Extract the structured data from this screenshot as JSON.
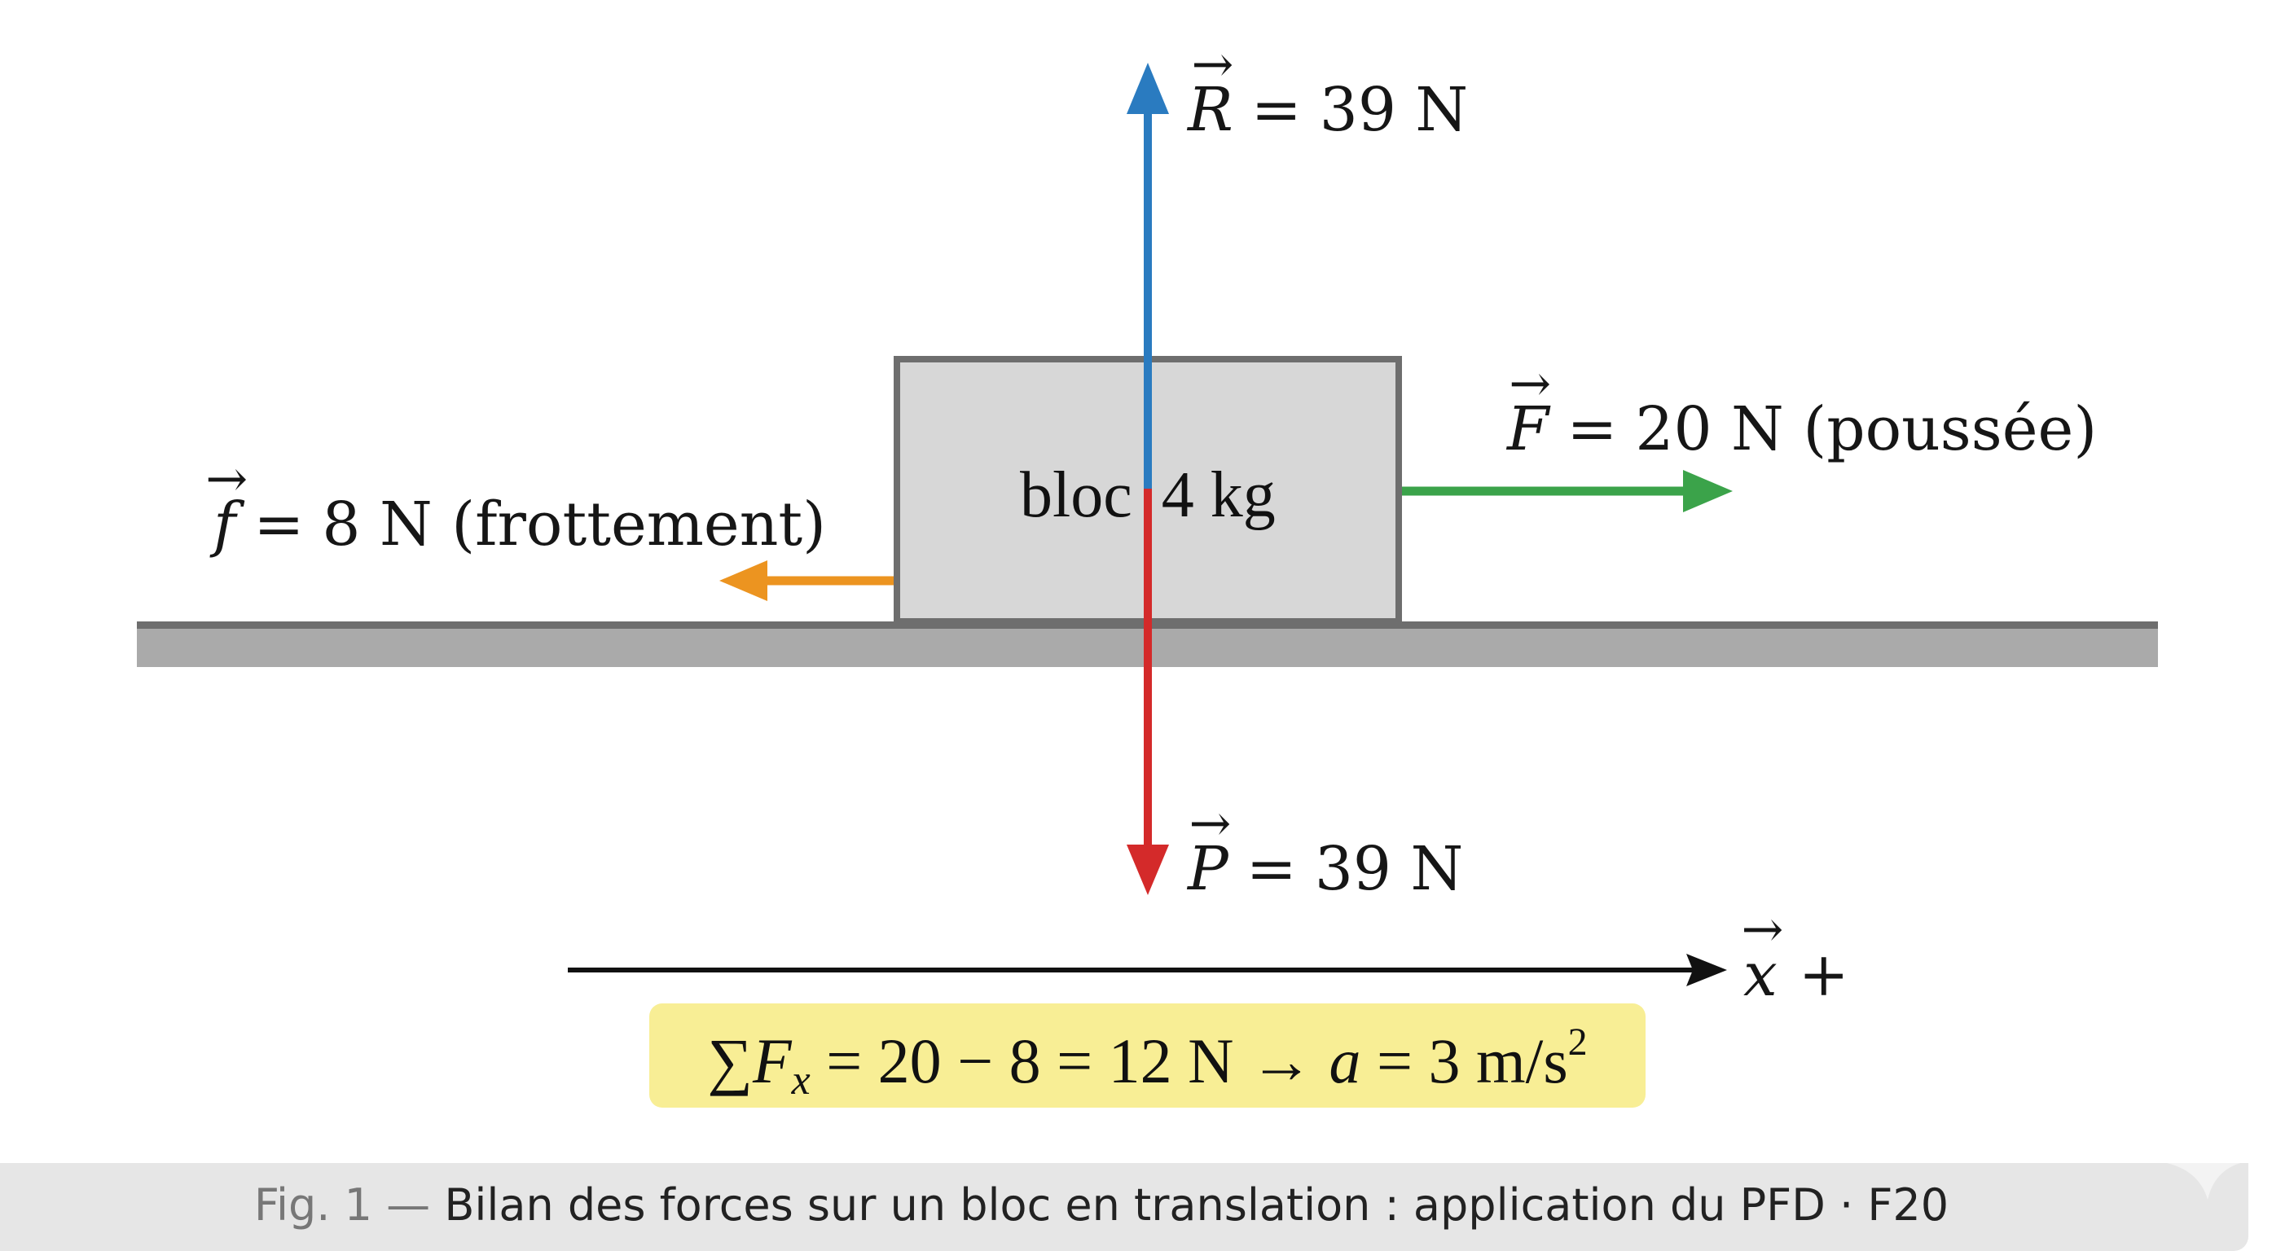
{
  "figure": {
    "caption_prefix": "Fig. 1 —",
    "caption_text": "Bilan des forces sur un bloc en translation : application du PFD · F20"
  },
  "block": {
    "name": "bloc",
    "mass": "4 kg",
    "fill": "#D7D7D7",
    "border": "#6E6E6E"
  },
  "ground": {
    "top_color": "#6E6E6E",
    "fill": "#AAAAAA"
  },
  "forces": {
    "reaction": {
      "symbol": "R",
      "value": "39 N",
      "color": "#2A7BC0",
      "direction": "up"
    },
    "weight": {
      "symbol": "P",
      "value": "39 N",
      "color": "#D42A2A",
      "direction": "down"
    },
    "push": {
      "symbol": "F",
      "value": "20 N",
      "note": "(poussée)",
      "color": "#3BA34A",
      "direction": "right"
    },
    "friction": {
      "symbol": "f",
      "value": "8 N",
      "note": "(frottement)",
      "color": "#EC9420",
      "direction": "left"
    }
  },
  "axis": {
    "symbol": "x",
    "sign": "+"
  },
  "equation": {
    "sum": "∑",
    "F": "F",
    "sub": "x",
    "body": " = 20 − 8 = 12 N → ",
    "a": "a",
    "result": " = 3 m/s",
    "exp": "2",
    "highlight": "#F8EE95"
  }
}
